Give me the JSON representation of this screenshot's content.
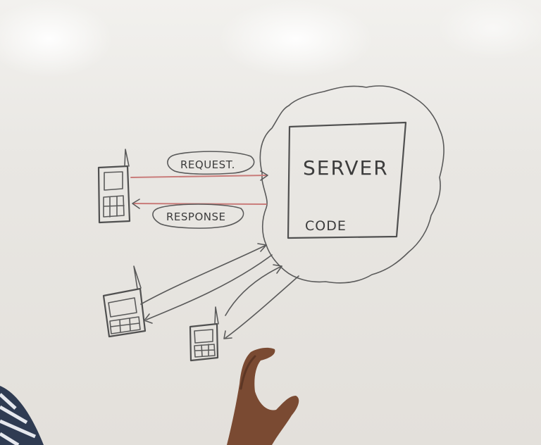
{
  "diagram": {
    "server_label": "SERVER",
    "code_label": "CODE",
    "request_label": "REQUEST.",
    "response_label": "RESPONSE"
  }
}
